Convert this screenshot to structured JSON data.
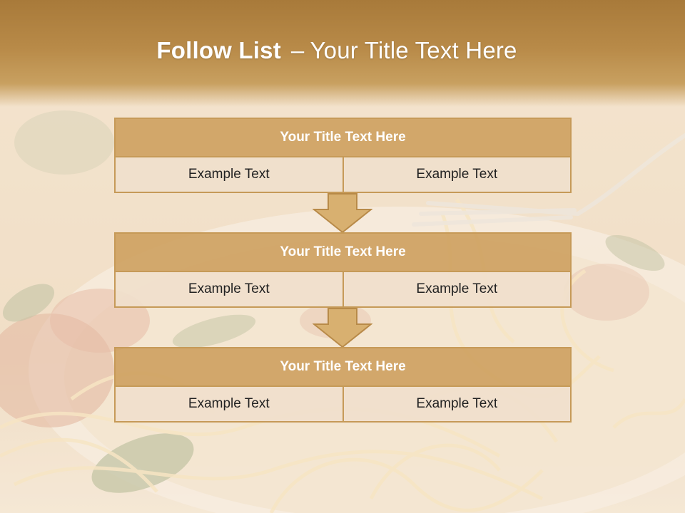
{
  "slide": {
    "title_bold": "Follow List",
    "title_separator": "–",
    "title_rest": "Your Title Text Here"
  },
  "blocks": [
    {
      "title": "Your Title Text Here",
      "left_text": "Example Text",
      "right_text": "Example Text"
    },
    {
      "title": "Your Title Text Here",
      "left_text": "Example Text",
      "right_text": "Example Text"
    },
    {
      "title": "Your Title Text Here",
      "left_text": "Example Text",
      "right_text": "Example Text"
    }
  ],
  "colors": {
    "header_band": "#b88a48",
    "block_title_fill": "#cd9e5c",
    "block_border": "#c69a58",
    "cell_fill": "#f0e0cc",
    "arrow_fill": "#d8b070"
  },
  "icons": {
    "connector": "down-arrow-icon",
    "background_image": "pasta-plate-photo"
  }
}
